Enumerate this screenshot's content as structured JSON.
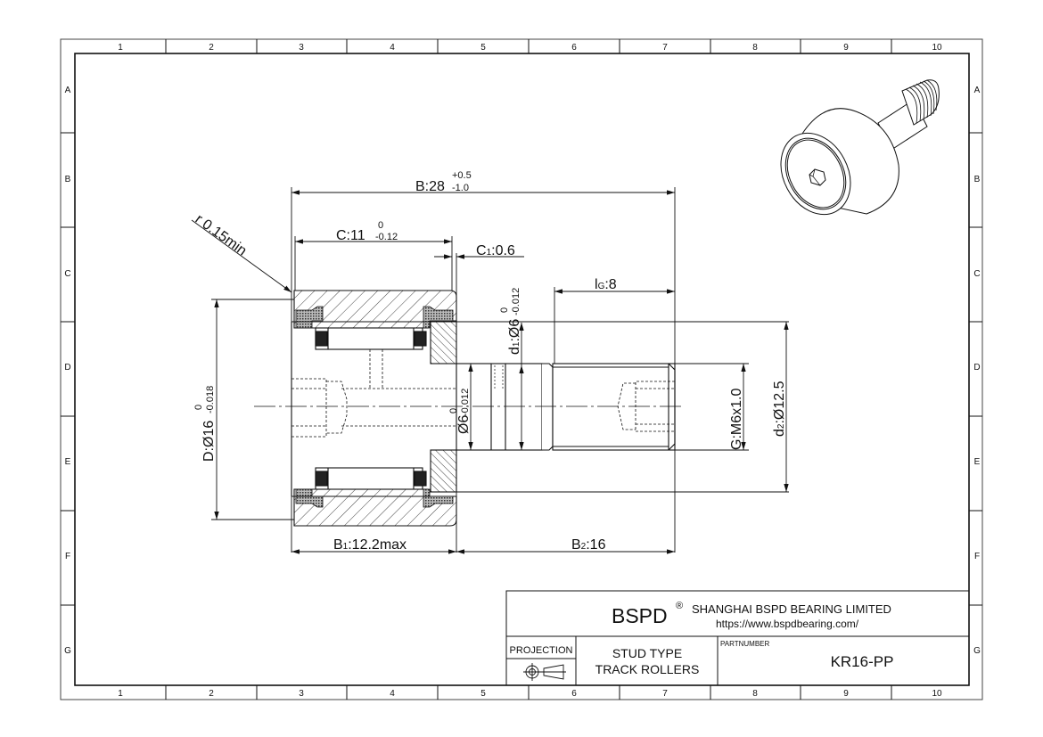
{
  "frame": {
    "columns": [
      "1",
      "2",
      "3",
      "4",
      "5",
      "6",
      "7",
      "8",
      "9",
      "10"
    ],
    "rows": [
      "A",
      "B",
      "C",
      "D",
      "E",
      "F",
      "G"
    ]
  },
  "dimensions": {
    "B": {
      "label": "B:28",
      "upper": "+0.5",
      "lower": "-1.0"
    },
    "C": {
      "label": "C:11",
      "upper": "0",
      "lower": "-0.12"
    },
    "C1": {
      "prefix": "C",
      "sub": "1",
      "value": ":0.6"
    },
    "r": {
      "label": "r 0.15min"
    },
    "lG": {
      "prefix": "l",
      "sub": "G",
      "value": ":8"
    },
    "d1": {
      "prefix": "d",
      "sub": "1",
      "value": ":Ø6",
      "upper": "0",
      "lower": "-0.012"
    },
    "d_inner": {
      "label": "Ø6",
      "upper": "0",
      "lower": "-0.012"
    },
    "G": {
      "label": "G:M6x1.0"
    },
    "d2": {
      "prefix": "d",
      "sub": "2",
      "value": ":Ø12.5"
    },
    "D": {
      "label": "D:Ø16",
      "upper": "0",
      "lower": "-0.018"
    },
    "B1": {
      "prefix": "B",
      "sub": "1",
      "value": ":12.2max"
    },
    "B2": {
      "prefix": "B",
      "sub": "2",
      "value": ":16"
    }
  },
  "title_block": {
    "brand": "BSPD",
    "registered": "®",
    "company": "SHANGHAI BSPD BEARING LIMITED",
    "website": "https://www.bspdbearing.com/",
    "projection_label": "PROJECTION",
    "description_line1": "STUD TYPE",
    "description_line2": "TRACK ROLLERS",
    "partnumber_label": "PARTNUMBER",
    "partnumber": "KR16-PP"
  },
  "colors": {
    "line": "#111111",
    "background": "#ffffff",
    "seal": "#555555",
    "cage": "#222222"
  }
}
